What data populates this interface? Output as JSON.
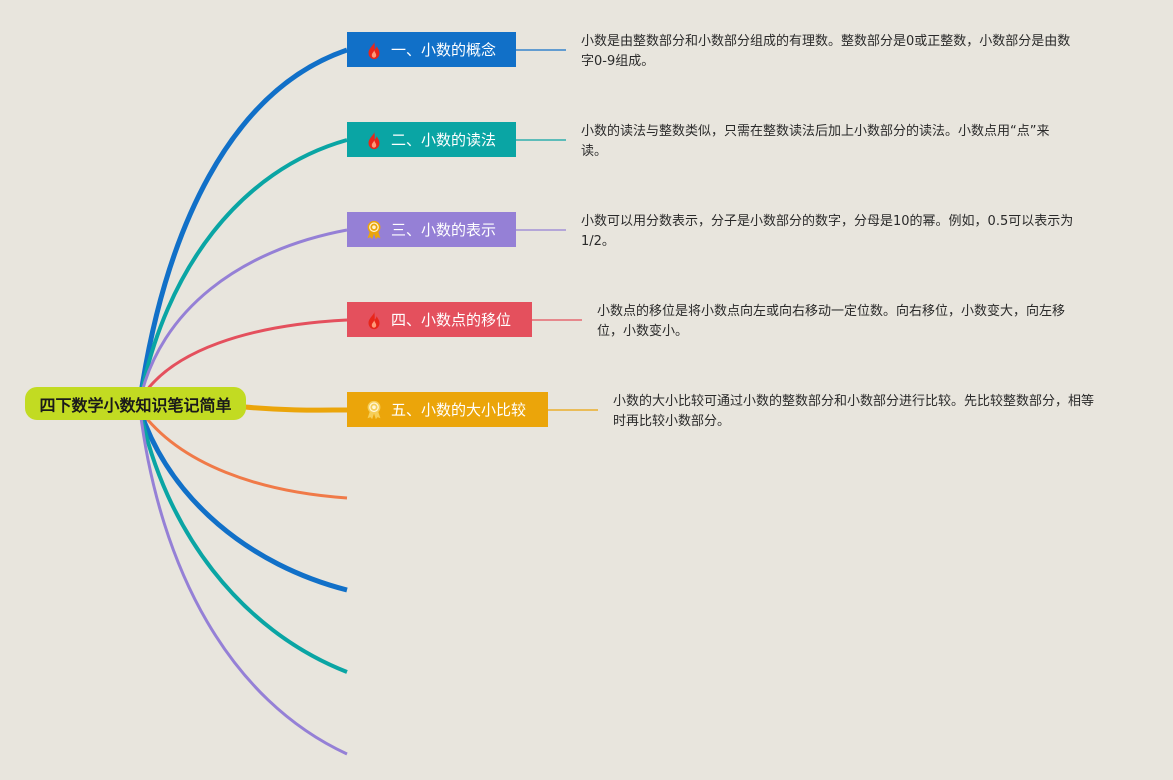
{
  "root": {
    "label": "四下数学小数知识笔记简单"
  },
  "topics": [
    {
      "label": "一、小数的概念",
      "icon": "fire-icon",
      "color": "#1170c8",
      "note": "小数是由整数部分和小数部分组成的有理数。整数部分是0或正整数，小数部分是由数字0-9组成。"
    },
    {
      "label": "二、小数的读法",
      "icon": "fire-icon",
      "color": "#0aa5a4",
      "note": "小数的读法与整数类似，只需在整数读法后加上小数部分的读法。小数点用“点”来读。"
    },
    {
      "label": "三、小数的表示",
      "icon": "award-ribbon-icon",
      "color": "#9580d6",
      "note": "小数可以用分数表示，分子是小数部分的数字，分母是10的幂。例如，0.5可以表示为1/2。"
    },
    {
      "label": "四、小数点的移位",
      "icon": "fire-icon",
      "color": "#e4505d",
      "note": "小数点的移位是将小数点向左或向右移动一定位数。向右移位，小数变大，向左移位，小数变小。"
    },
    {
      "label": "五、小数的大小比较",
      "icon": "award-ribbon-icon",
      "color": "#eba50a",
      "note": "小数的大小比较可通过小数的整数部分和小数部分进行比较。先比较整数部分，相等时再比较小数部分。"
    }
  ],
  "empty_branch_colors": [
    "#f07a48",
    "#1170c8",
    "#0aa5a4",
    "#9580d6"
  ]
}
